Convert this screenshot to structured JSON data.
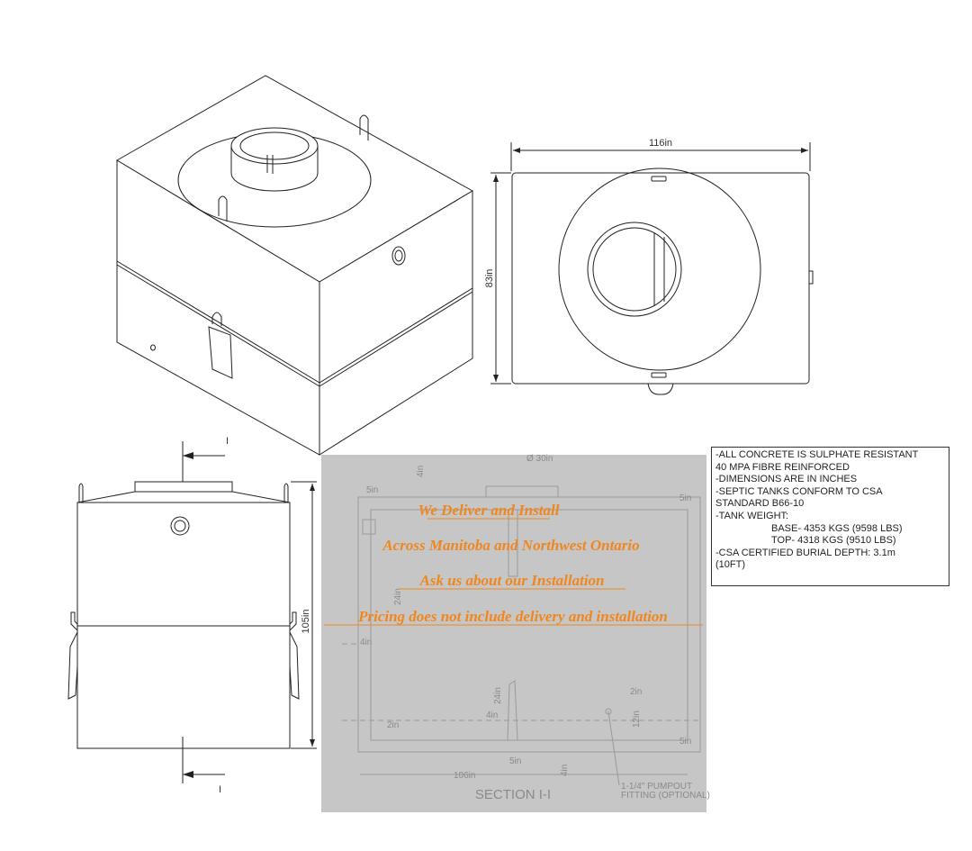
{
  "plan_view": {
    "width_dimension": "116in",
    "depth_dimension": "83in"
  },
  "front_view": {
    "height_dimension": "105in",
    "section_marker_top": "I",
    "section_marker_bottom": "I"
  },
  "section_view": {
    "title": "SECTION I-I",
    "dims": {
      "diameter": "Ø 30in",
      "d_4in_top": "4in",
      "d_5in_left": "5in",
      "d_5in_right": "5in",
      "d_24in": "24in",
      "d_24in_baffle": "24in",
      "d_4in_left": "4in",
      "d_2in_left": "2in",
      "d_4in_baffle": "4in",
      "d_2in_right": "2in",
      "d_12in": "12in",
      "d_5in_bottom_right": "5in",
      "d_5in_floor": "5in",
      "d_106in": "106in",
      "d_4in_bottom": "4in"
    },
    "fitting_note_line1": "1-1/4\" PUMPOUT",
    "fitting_note_line2": "FITTING (OPTIONAL)"
  },
  "promo": {
    "line1": "We Deliver and Install",
    "line2": "Across Manitoba and Northwest Ontario",
    "line3": "Ask us about our Installation",
    "line4": "Pricing does not include delivery and installation",
    "color": "#f0871e"
  },
  "notes": {
    "line1": "-ALL CONCRETE IS SULPHATE RESISTANT",
    "line2": "40 MPA FIBRE REINFORCED",
    "line3": "-DIMENSIONS ARE IN INCHES",
    "line4": "-SEPTIC TANKS CONFORM TO CSA",
    "line5": "STANDARD B66-10",
    "line6": "-TANK WEIGHT:",
    "line7": "BASE- 4353 KGS (9598 LBS)",
    "line8": "TOP- 4318 KGS (9510 LBS)",
    "line9": "-CSA CERTIFIED BURIAL DEPTH: 3.1m",
    "line10": "(10FT)"
  }
}
